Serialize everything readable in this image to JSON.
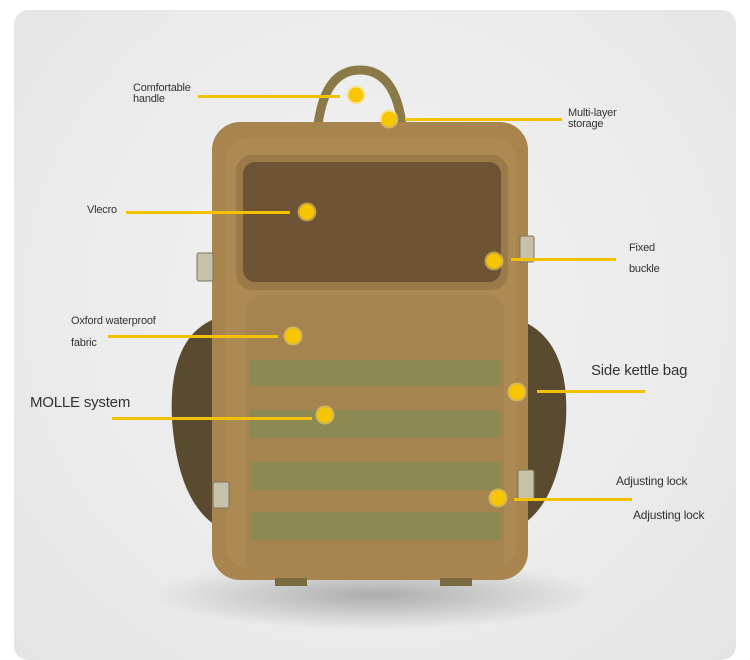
{
  "colors": {
    "accent": "#f2c200",
    "body": "#a8844e",
    "velcro": "#6e5434",
    "molle": "#8c8a52"
  },
  "callouts": {
    "handle": {
      "line1": "Comfortable",
      "line2": "handle"
    },
    "storage": {
      "line1": "Multi-layer",
      "line2": "storage"
    },
    "velcro": {
      "text": "Vlecro"
    },
    "buckle": {
      "line1": "Fixed",
      "line2": "buckle"
    },
    "fabric": {
      "line1": "Oxford waterproof",
      "line2": "fabric"
    },
    "kettle": {
      "text": "Side kettle bag"
    },
    "molle": {
      "text": "MOLLE system"
    },
    "lock": {
      "line1": "Adjusting lock",
      "line2": "Adjusting lock"
    }
  }
}
